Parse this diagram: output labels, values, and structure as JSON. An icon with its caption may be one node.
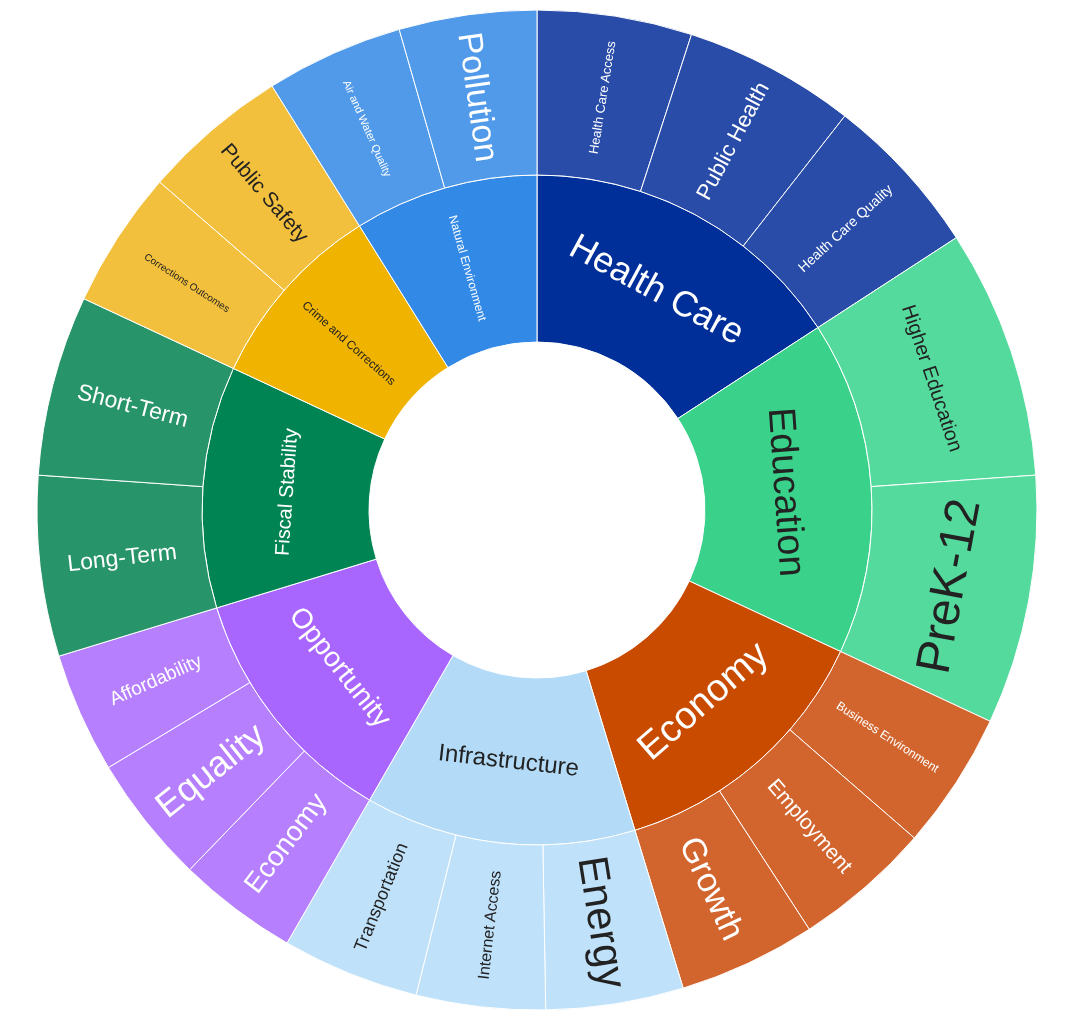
{
  "diagram": {
    "nodes": [
      {
        "text": [
          "Health Care"
        ]
      },
      {
        "text": [
          "Health Care Access"
        ]
      },
      {
        "text": [
          "Public Health"
        ]
      },
      {
        "text": [
          "Health Care Quality"
        ]
      },
      {
        "text": [
          "Education"
        ]
      },
      {
        "text": [
          "Higher Education"
        ]
      },
      {
        "text": [
          "PreK-12"
        ]
      },
      {
        "text": [
          "Economy"
        ]
      },
      {
        "text": [
          "Business Environment"
        ]
      },
      {
        "text": [
          "Employment"
        ]
      },
      {
        "text": [
          "Growth"
        ]
      },
      {
        "text": [
          "Infrastructure"
        ]
      },
      {
        "text": [
          "Energy"
        ]
      },
      {
        "text": [
          "Internet Access"
        ]
      },
      {
        "text": [
          "Transportation"
        ]
      },
      {
        "text": [
          "Opportunity"
        ]
      },
      {
        "text": [
          "Economy"
        ]
      },
      {
        "text": [
          "Equality"
        ]
      },
      {
        "text": [
          "Affordability"
        ]
      },
      {
        "text": [
          "Fiscal Stability"
        ]
      },
      {
        "text": [
          "Long-Term"
        ]
      },
      {
        "text": [
          "Short-Term"
        ]
      },
      {
        "text": [
          "Crime and Corrections"
        ]
      },
      {
        "text": [
          "Corrections Outcomes"
        ]
      },
      {
        "text": [
          "Public Safety"
        ]
      },
      {
        "text": [
          "Natural Environment"
        ]
      },
      {
        "text": [
          "Air and Water Quality"
        ]
      },
      {
        "text": [
          "Pollution"
        ]
      }
    ]
  }
}
